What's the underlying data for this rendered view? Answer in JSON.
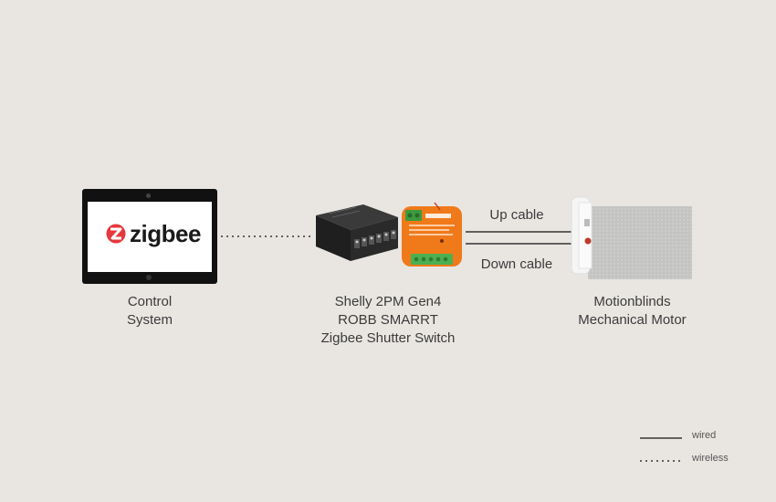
{
  "control_system": {
    "brand_text": "zigbee",
    "label_lines": [
      "Control",
      "System"
    ]
  },
  "switch": {
    "label_lines": [
      "Shelly 2PM Gen4",
      "ROBB SMARRT",
      "Zigbee Shutter Switch"
    ]
  },
  "motor": {
    "label_lines": [
      "Motionblinds",
      "Mechanical Motor"
    ]
  },
  "cables": {
    "up_label": "Up cable",
    "down_label": "Down cable"
  },
  "legend": {
    "wired_label": "wired",
    "wireless_label": "wireless"
  },
  "colors": {
    "background": "#e9e6e2",
    "zigbee_red": "#e5383b",
    "robb_orange": "#f07a1a",
    "shelly_black": "#222222",
    "terminal_green": "#4caf50",
    "motor_fabric": "#c9c9c7"
  }
}
